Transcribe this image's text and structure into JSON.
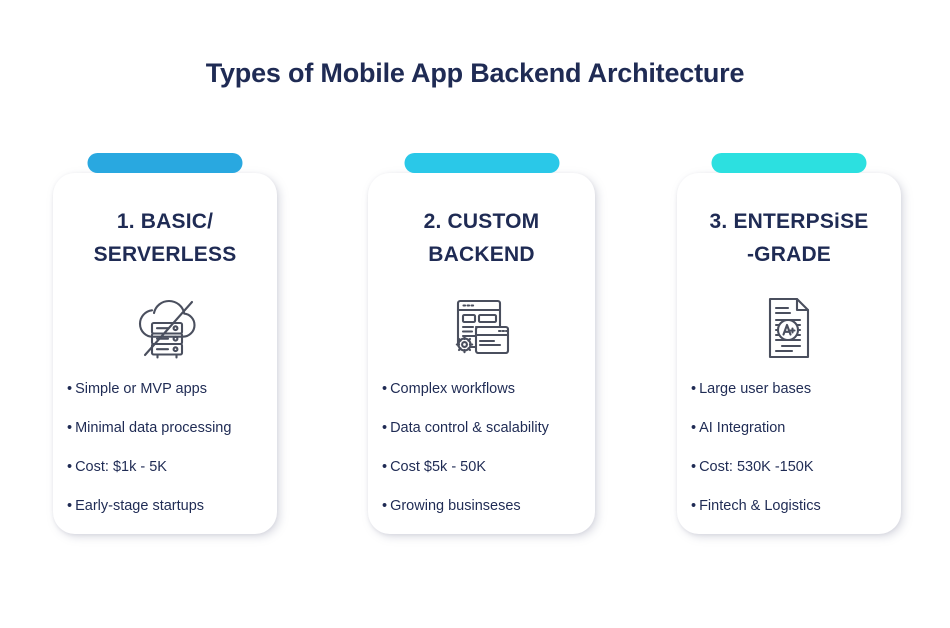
{
  "title": "Types of Mobile App Backend Architecture",
  "colors": {
    "heading_navy": "#1f2b54",
    "body_navy": "#253160",
    "icon_stroke": "#4a4f5e",
    "background": "#ffffff"
  },
  "bullet_char": "•",
  "cards": [
    {
      "pill_color": "#29a8e0",
      "heading": "1.  BASIC/ SERVERLESS",
      "heading_line1": "1.  BASIC/",
      "heading_line2": "SERVERLESS",
      "icon_name": "serverless-cloud-icon",
      "bullets": [
        "Simple or MVP apps",
        "Minimal data processing",
        "Cost: $1k - 5K",
        "Early-stage startups"
      ]
    },
    {
      "pill_color": "#2ac8e8",
      "heading": "2.  CUSTOM BACKEND",
      "heading_line1": "2.  CUSTOM",
      "heading_line2": "BACKEND",
      "icon_name": "browser-windows-gear-icon",
      "bullets": [
        "Complex workflows",
        "Data control & scalability",
        "Cost $5k - 50K",
        "Growing businseses"
      ]
    },
    {
      "pill_color": "#2ce0e0",
      "heading": "3.  ENTERPSiSE -GRADE",
      "heading_line1": "3.  ENTERPSiSE",
      "heading_line2": "-GRADE",
      "icon_name": "document-a-plus-icon",
      "bullets": [
        "Large user bases",
        "AI Integration",
        "Cost: 530K -150K",
        "Fintech & Logistics"
      ]
    }
  ]
}
